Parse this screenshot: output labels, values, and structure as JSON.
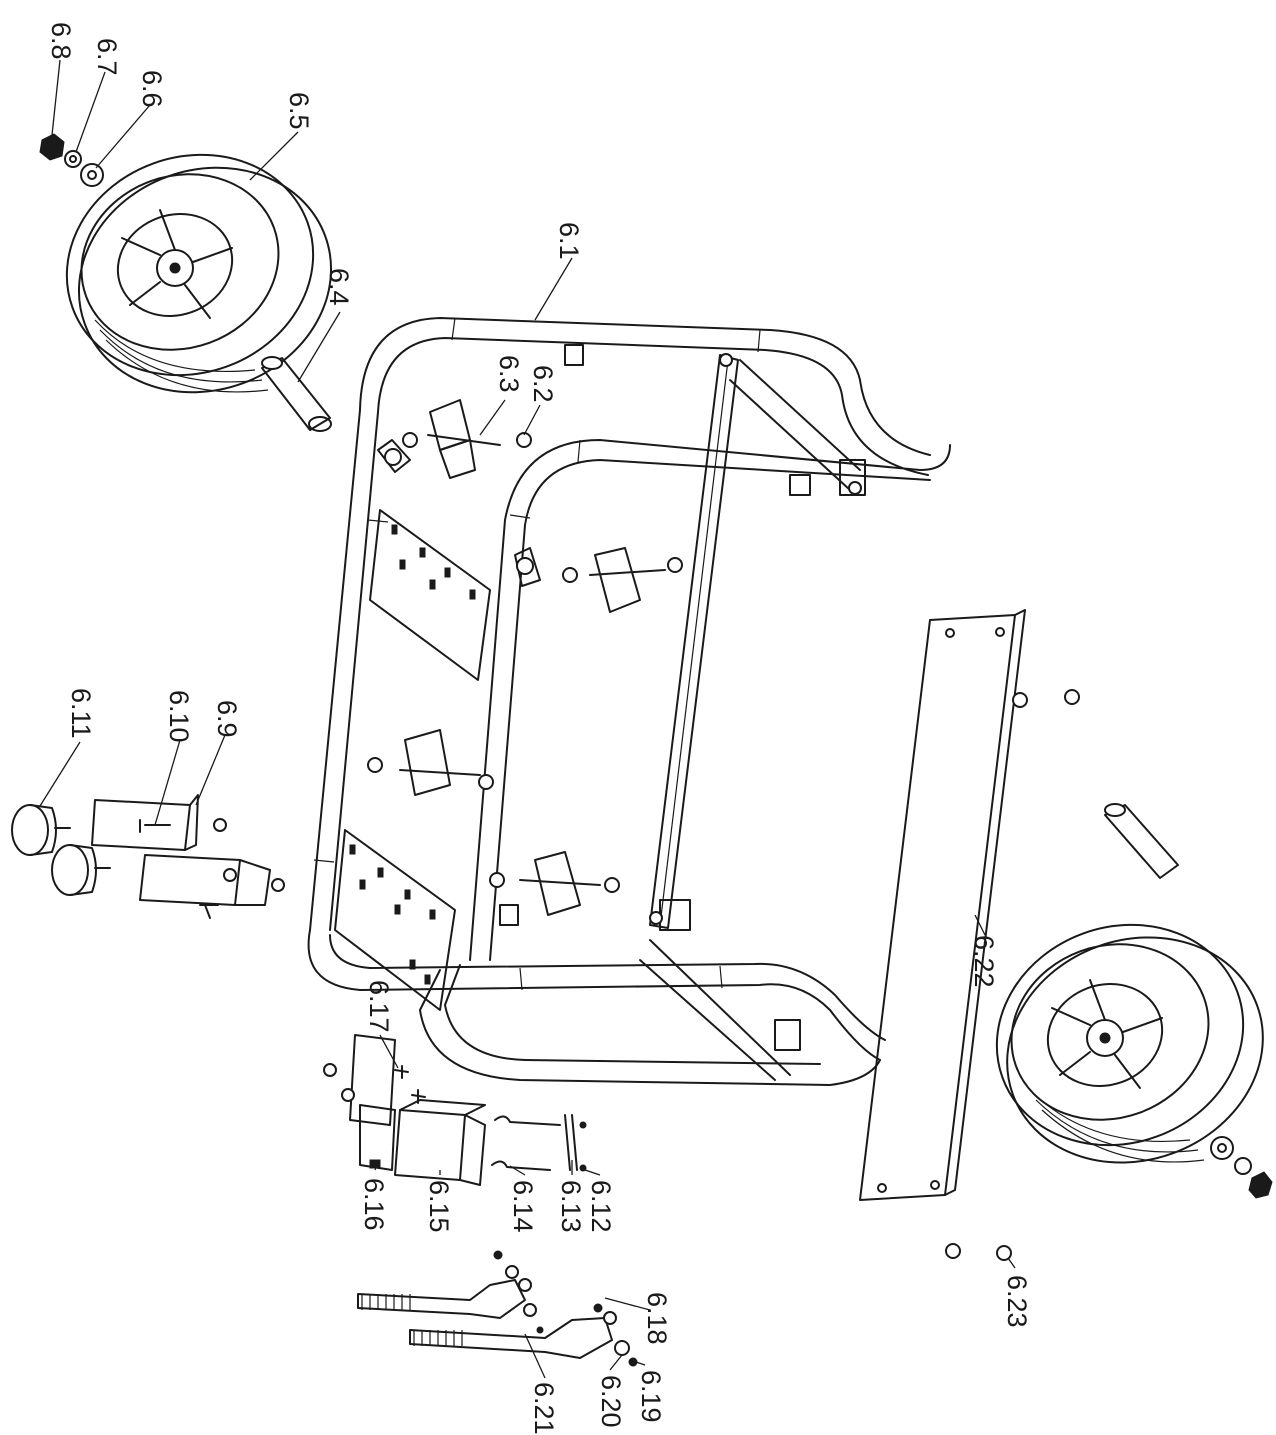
{
  "callouts": [
    {
      "id": "6.1",
      "text": "6.1"
    },
    {
      "id": "6.2",
      "text": "6.2"
    },
    {
      "id": "6.3",
      "text": "6.3"
    },
    {
      "id": "6.4",
      "text": "6.4"
    },
    {
      "id": "6.5",
      "text": "6.5"
    },
    {
      "id": "6.6",
      "text": "6.6"
    },
    {
      "id": "6.7",
      "text": "6.7"
    },
    {
      "id": "6.8",
      "text": "6.8"
    },
    {
      "id": "6.9",
      "text": "6.9"
    },
    {
      "id": "6.10",
      "text": "6.10"
    },
    {
      "id": "6.11",
      "text": "6.11"
    },
    {
      "id": "6.12",
      "text": "6.12"
    },
    {
      "id": "6.13",
      "text": "6.13"
    },
    {
      "id": "6.14",
      "text": "6.14"
    },
    {
      "id": "6.15",
      "text": "6.15"
    },
    {
      "id": "6.16",
      "text": "6.16"
    },
    {
      "id": "6.17",
      "text": "6.17"
    },
    {
      "id": "6.18",
      "text": "6.18"
    },
    {
      "id": "6.19",
      "text": "6.19"
    },
    {
      "id": "6.20",
      "text": "6.20"
    },
    {
      "id": "6.21",
      "text": "6.21"
    },
    {
      "id": "6.22",
      "text": "6.22"
    },
    {
      "id": "6.23",
      "text": "6.23"
    }
  ]
}
